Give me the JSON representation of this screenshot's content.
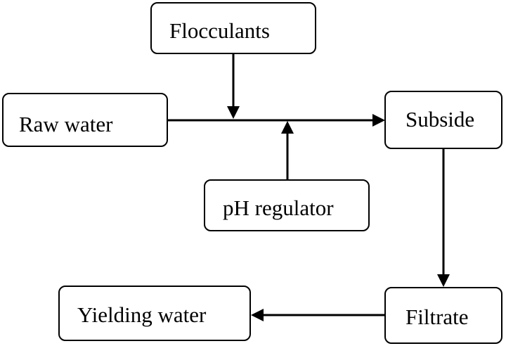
{
  "diagram": {
    "nodes": {
      "flocculants": {
        "label": "Flocculants"
      },
      "raw_water": {
        "label": "Raw water"
      },
      "subside": {
        "label": "Subside"
      },
      "ph_regulator": {
        "label": "pH regulator"
      },
      "filtrate": {
        "label": "Filtrate"
      },
      "yielding_water": {
        "label": "Yielding water"
      }
    },
    "edges": [
      {
        "from": "raw_water",
        "to": "subside"
      },
      {
        "from": "flocculants",
        "to": "main-flow-line"
      },
      {
        "from": "ph_regulator",
        "to": "main-flow-line"
      },
      {
        "from": "subside",
        "to": "filtrate"
      },
      {
        "from": "filtrate",
        "to": "yielding_water"
      }
    ]
  }
}
